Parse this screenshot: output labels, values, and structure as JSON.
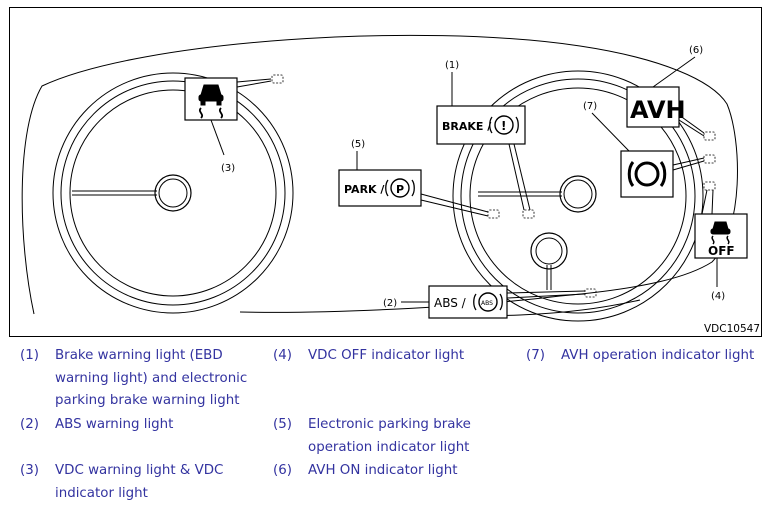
{
  "figure": {
    "code": "VDC10547",
    "callouts": {
      "c1": "(1)",
      "c2": "(2)",
      "c3": "(3)",
      "c4": "(4)",
      "c5": "(5)",
      "c6": "(6)",
      "c7": "(7)"
    },
    "labels": {
      "brake": "BRAKE /",
      "park": "PARK /",
      "abs": "ABS /",
      "abs_inner": "ABS",
      "avh": "AVH",
      "off": "OFF",
      "p_symbol": "P",
      "excl_symbol": "!"
    },
    "icon_names": {
      "vdc_warning": "vdc-skid-icon",
      "avh_operation": "avh-brake-circle-icon",
      "vdc_off": "vdc-off-icon"
    },
    "colors": {
      "line": "#000000",
      "legend_text": "#3333a0"
    }
  },
  "legend": [
    {
      "num": "(1)",
      "lines": [
        "Brake warning light (EBD",
        "warning light) and electronic",
        "parking brake warning light"
      ]
    },
    {
      "num": "(2)",
      "lines": [
        "ABS warning light"
      ]
    },
    {
      "num": "(3)",
      "lines": [
        "VDC warning light & VDC",
        "indicator light"
      ]
    },
    {
      "num": "(4)",
      "lines": [
        "VDC OFF indicator light"
      ]
    },
    {
      "num": "(5)",
      "lines": [
        "Electronic parking brake",
        "operation indicator light"
      ]
    },
    {
      "num": "(6)",
      "lines": [
        "AVH ON indicator light"
      ]
    },
    {
      "num": "(7)",
      "lines": [
        "AVH operation indicator light"
      ]
    }
  ]
}
